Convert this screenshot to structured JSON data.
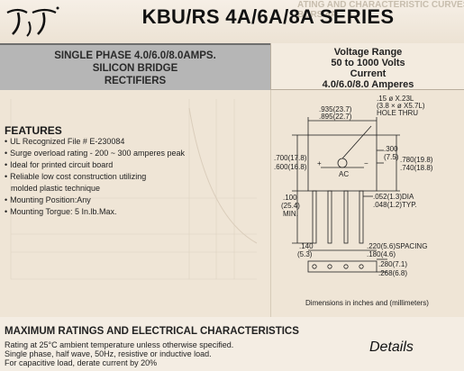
{
  "header": {
    "title": "KBU/RS 4A/6A/8A SERIES",
    "ghost_lines": [
      "ATING AND CHARACTERISTIC CURVES",
      "BURS 4A"
    ]
  },
  "left_box": {
    "lines": [
      "SINGLE PHASE 4.0/6.0/8.0AMPS.",
      "SILICON BRIDGE",
      "RECTIFIERS"
    ]
  },
  "voltage_box": {
    "lines": [
      "Voltage Range",
      "50 to 1000 Volts",
      "Current",
      "4.0/6.0/8.0 Amperes"
    ]
  },
  "features": {
    "title": "FEATURES",
    "items": [
      {
        "text": "UL Recognized File # E-230084",
        "bullet": true
      },
      {
        "text": "Surge overload rating - 200 ~ 300 amperes peak",
        "bullet": true
      },
      {
        "text": "Ideal for printed circuit board",
        "bullet": true
      },
      {
        "text": "Reliable low cost construction utilizing",
        "bullet": true
      },
      {
        "text": "molded plastic technique",
        "bullet": false
      },
      {
        "text": "Mounting Position:Any",
        "bullet": true
      },
      {
        "text": "Mounting Torgue: 5 In.lb.Max.",
        "bullet": true
      }
    ]
  },
  "diagram": {
    "caption": "Dimensions in inches and (millimeters)",
    "labels": {
      "top_width": ".935(23.7)",
      "top_width2": ".895(22.7)",
      "hole1": ".15 ø X.23L",
      "hole2": "(3.8 × ø X5.7L)",
      "hole3": "HOLE THRU",
      "body_h1": ".700(17.8)",
      "body_h2": ".600(16.8)",
      "ac": "AC",
      "plus": "+",
      "minus": "−",
      "hole_off1": ".300",
      "hole_off2": "(7.5)",
      "right_h1": ".780(19.8)",
      "right_h2": ".740(18.8)",
      "lead_len1": ".100",
      "lead_len2": "(25.4)",
      "lead_len3": "MIN.",
      "lead_dia1": ".052(1.3)DIA",
      "lead_dia2": ".048(1.2)TYP.",
      "bottom_left1": ".140",
      "bottom_left2": "(5.3)",
      "spacing": ".220(5.6)SPACING",
      "spacing2": ".180(4.6)",
      "end1": ".280(7.1)",
      "end2": ".268(6.8)"
    }
  },
  "bottom": {
    "title": "MAXIMUM RATINGS AND ELECTRICAL CHARACTERISTICS",
    "lines": [
      "Rating at 25°C ambient temperature unless otherwise specified.",
      "Single phase, half wave, 50Hz, resistive or inductive load.",
      "For capacitive load, derate current by 20%"
    ],
    "details_label": "Details"
  },
  "colors": {
    "background": "#efe5d6",
    "gray_box": "#b6b6b6",
    "text": "#1a1a1a"
  }
}
